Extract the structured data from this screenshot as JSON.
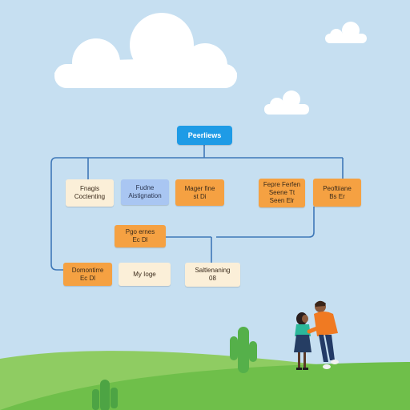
{
  "colors": {
    "sky": "#c6dff1",
    "connector": "#3f78b8",
    "root": "#1e9be6",
    "orange": "#f5a142",
    "cream": "#fbefd8",
    "blue": "#a9c6f2",
    "grass_front": "#6fbf4a",
    "grass_back": "#8fcc62"
  },
  "diagram": {
    "root": {
      "label": "Peerliews"
    },
    "nodes": [
      {
        "id": "n1",
        "lines": [
          "Fnagis",
          "Coctenting"
        ]
      },
      {
        "id": "n2",
        "lines": [
          "Fudne",
          "Aistignation"
        ]
      },
      {
        "id": "n3",
        "lines": [
          "Mager fine",
          "st Di"
        ]
      },
      {
        "id": "n4",
        "lines": [
          "Fepre Ferfen",
          "Seene Tt",
          "Seen Elr"
        ]
      },
      {
        "id": "n5",
        "lines": [
          "Peoftiiane",
          "Bs Er"
        ]
      },
      {
        "id": "n6",
        "lines": [
          "Pgo ernes",
          "Ec Dl"
        ]
      },
      {
        "id": "n7",
        "lines": [
          "Domontirre",
          "Ec Dl"
        ]
      },
      {
        "id": "n8",
        "lines": [
          "My Ioge"
        ]
      },
      {
        "id": "n9",
        "lines": [
          "Saltlenaning",
          "08"
        ]
      }
    ]
  },
  "scene": {
    "clouds": [
      "large-cloud",
      "small-cloud-right",
      "small-cloud-middle"
    ],
    "people": [
      "woman",
      "man"
    ],
    "plants": [
      "cactus-right",
      "cactus-left"
    ]
  }
}
